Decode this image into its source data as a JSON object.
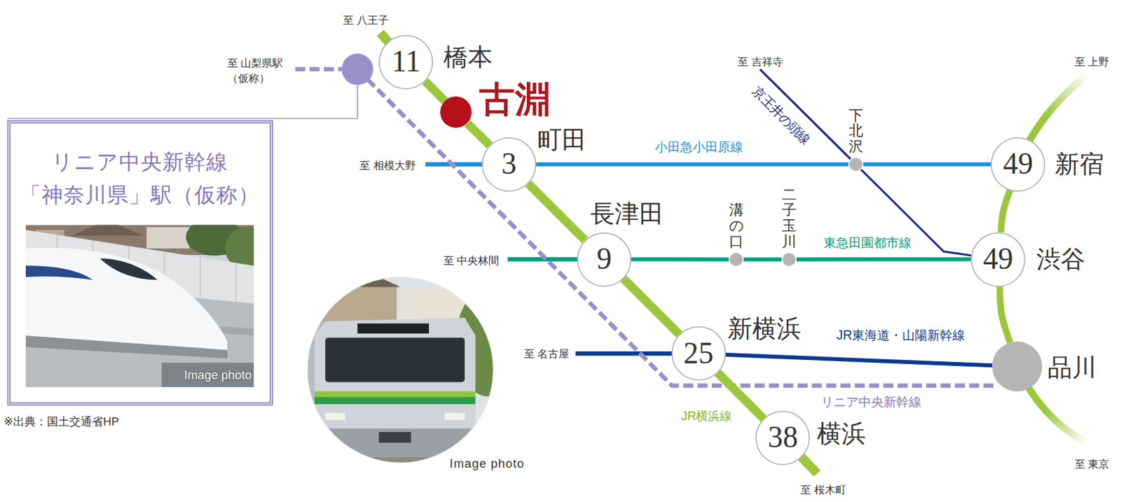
{
  "diagram": {
    "nodes": [
      {
        "text": [
          "11",
          "橋本"
        ]
      },
      {
        "text": [
          "古淵"
        ]
      },
      {
        "text": [
          "3",
          "町田"
        ]
      },
      {
        "text": [
          "49",
          "新宿"
        ]
      },
      {
        "text": [
          "下北沢"
        ]
      },
      {
        "text": [
          "9",
          "長津田"
        ]
      },
      {
        "text": [
          "溝の口"
        ]
      },
      {
        "text": [
          "二子玉川"
        ]
      },
      {
        "text": [
          "49",
          "渋谷"
        ]
      },
      {
        "text": [
          "25",
          "新横浜"
        ]
      },
      {
        "text": [
          "品川"
        ]
      },
      {
        "text": [
          "38",
          "横浜"
        ]
      },
      {
        "text": [
          "リニア中央新幹線 「神奈川県」駅（仮称）",
          "Image photo"
        ]
      }
    ],
    "edges": [
      {
        "from": 0,
        "to": 1,
        "arrow": "none"
      },
      {
        "from": 1,
        "to": 2,
        "arrow": "none"
      },
      {
        "from": 2,
        "to": 5,
        "arrow": "none"
      },
      {
        "from": 5,
        "to": 9,
        "arrow": "none"
      },
      {
        "from": 9,
        "to": 11,
        "arrow": "none"
      },
      {
        "from": 2,
        "to": 4,
        "label": "小田急小田原線",
        "arrow": "none"
      },
      {
        "from": 4,
        "to": 3,
        "arrow": "none"
      },
      {
        "from": 4,
        "to": 8,
        "arrow": "none"
      },
      {
        "from": 5,
        "to": 6,
        "arrow": "none"
      },
      {
        "from": 6,
        "to": 7,
        "arrow": "none"
      },
      {
        "from": 7,
        "to": 8,
        "label": "東急田園都市線",
        "arrow": "none"
      },
      {
        "from": 9,
        "to": 10,
        "label": "JR東海道・山陽新幹線",
        "arrow": "none"
      },
      {
        "from": 3,
        "to": 8,
        "arrow": "none"
      },
      {
        "from": 8,
        "to": 10,
        "arrow": "none"
      }
    ],
    "labels": [
      "至 八王子",
      "至 山梨県駅 （仮称）",
      "至 相模大野",
      "至 吉祥寺",
      "京王井の頭線",
      "至 中央林間",
      "至 名古屋",
      "JR横浜線",
      "リニア中央新幹線",
      "至 桜木町",
      "至 上野",
      "至 東京",
      "※出典：国土交通省HP",
      "Image photo"
    ]
  }
}
